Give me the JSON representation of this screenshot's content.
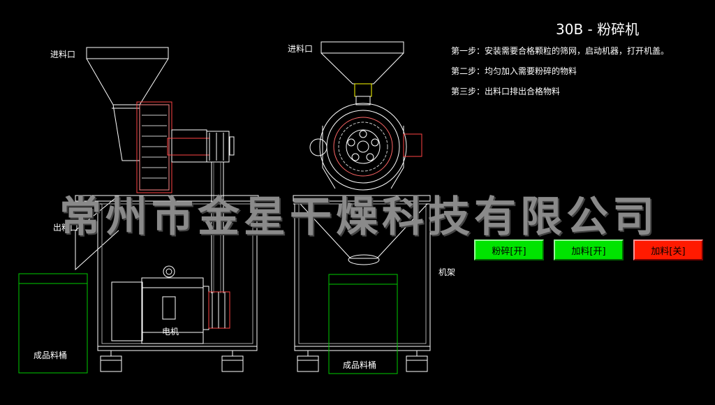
{
  "title": "30B - 粉碎机",
  "steps": [
    "第一步：安装需要合格颗粒的筛网，启动机器，打开机盖。",
    "第二步：均匀加入需要粉碎的物料",
    "第三步：出料口排出合格物料"
  ],
  "labels": {
    "inlet_left": "进料口",
    "inlet_right": "进料口",
    "outlet": "出料口",
    "motor": "电机",
    "frame": "机架",
    "bin_left": "成品料桶",
    "bin_right": "成品料桶"
  },
  "watermark": "常州市金星干燥科技有限公司",
  "buttons": [
    {
      "label": "粉碎[开]",
      "state": "on",
      "color": "#00e400"
    },
    {
      "label": "加料[开]",
      "state": "on",
      "color": "#00e400"
    },
    {
      "label": "加料[关]",
      "state": "off",
      "color": "#ff1a00"
    }
  ]
}
